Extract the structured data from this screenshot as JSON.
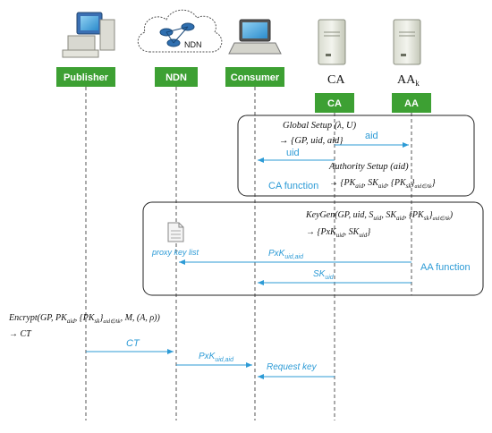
{
  "participants": {
    "publisher": "Publisher",
    "ndn": "NDN",
    "consumer": "Consumer",
    "ca": "CA",
    "aa": "AA"
  },
  "icon_labels": {
    "ndn_cloud": "NDN",
    "ca_server": "CA",
    "aa_server": "AA",
    "aa_server_sub": "k"
  },
  "messages": {
    "global_setup": "Global Setup (λ, U)",
    "global_setup_out": "→ {GP, uid, aid}",
    "aid": "aid",
    "uid": "uid",
    "authority_setup": "Authority Setup (aid)",
    "authority_setup_out": "→ {PK",
    "pk_aid_part1": "aid",
    "pk_aid_part2": ", SK",
    "pk_aid_part3": "aid",
    "pk_aid_part4": ", {PK",
    "pk_aid_part5": "sk",
    "pk_aid_part6": "}",
    "pk_aid_part7": "aid∈Λk",
    "pk_aid_part8": "}",
    "ca_function": "CA function",
    "keygen": "KeyGen(GP, uid, S",
    "keygen_s_sub": "uid",
    "keygen_mid": ", SK",
    "keygen_sk_sub": "aid",
    "keygen_mid2": ", {PK",
    "keygen_pk_sub": "sk",
    "keygen_end": "}",
    "keygen_end_sub": "aid∈Λk",
    "keygen_close": ")",
    "keygen_out": "→ {PxK",
    "keygen_out_sub1": "uid",
    "keygen_out_mid": ",  SK",
    "keygen_out_sub2": "uid",
    "keygen_out_end": "}",
    "proxy_key_list": "proxy key list",
    "pxk_uid_aid_1": "PxK",
    "pxk_uid_aid_1_sub": "uid,aid",
    "aa_function": "AA function",
    "sk_uid": "SK",
    "sk_uid_sub": "uid",
    "encrypt": "Encrypt(GP, PK",
    "encrypt_pk_sub": "aid",
    "encrypt_mid": ", {PK",
    "encrypt_mid_sub": "sk",
    "encrypt_brace": "}",
    "encrypt_brace_sub": "aid∈Λk",
    "encrypt_end": ", M, (A, ρ))",
    "encrypt_out": "→ CT",
    "ct": "CT",
    "pxk_uid_aid_2": "PxK",
    "pxk_uid_aid_2_sub": "uid,aid",
    "request_key": "Request  key"
  },
  "colors": {
    "participant_box": "#3da033",
    "arrow": "#2d9bd6",
    "lifeline": "#555555",
    "frame": "#222222",
    "text": "#111111"
  }
}
